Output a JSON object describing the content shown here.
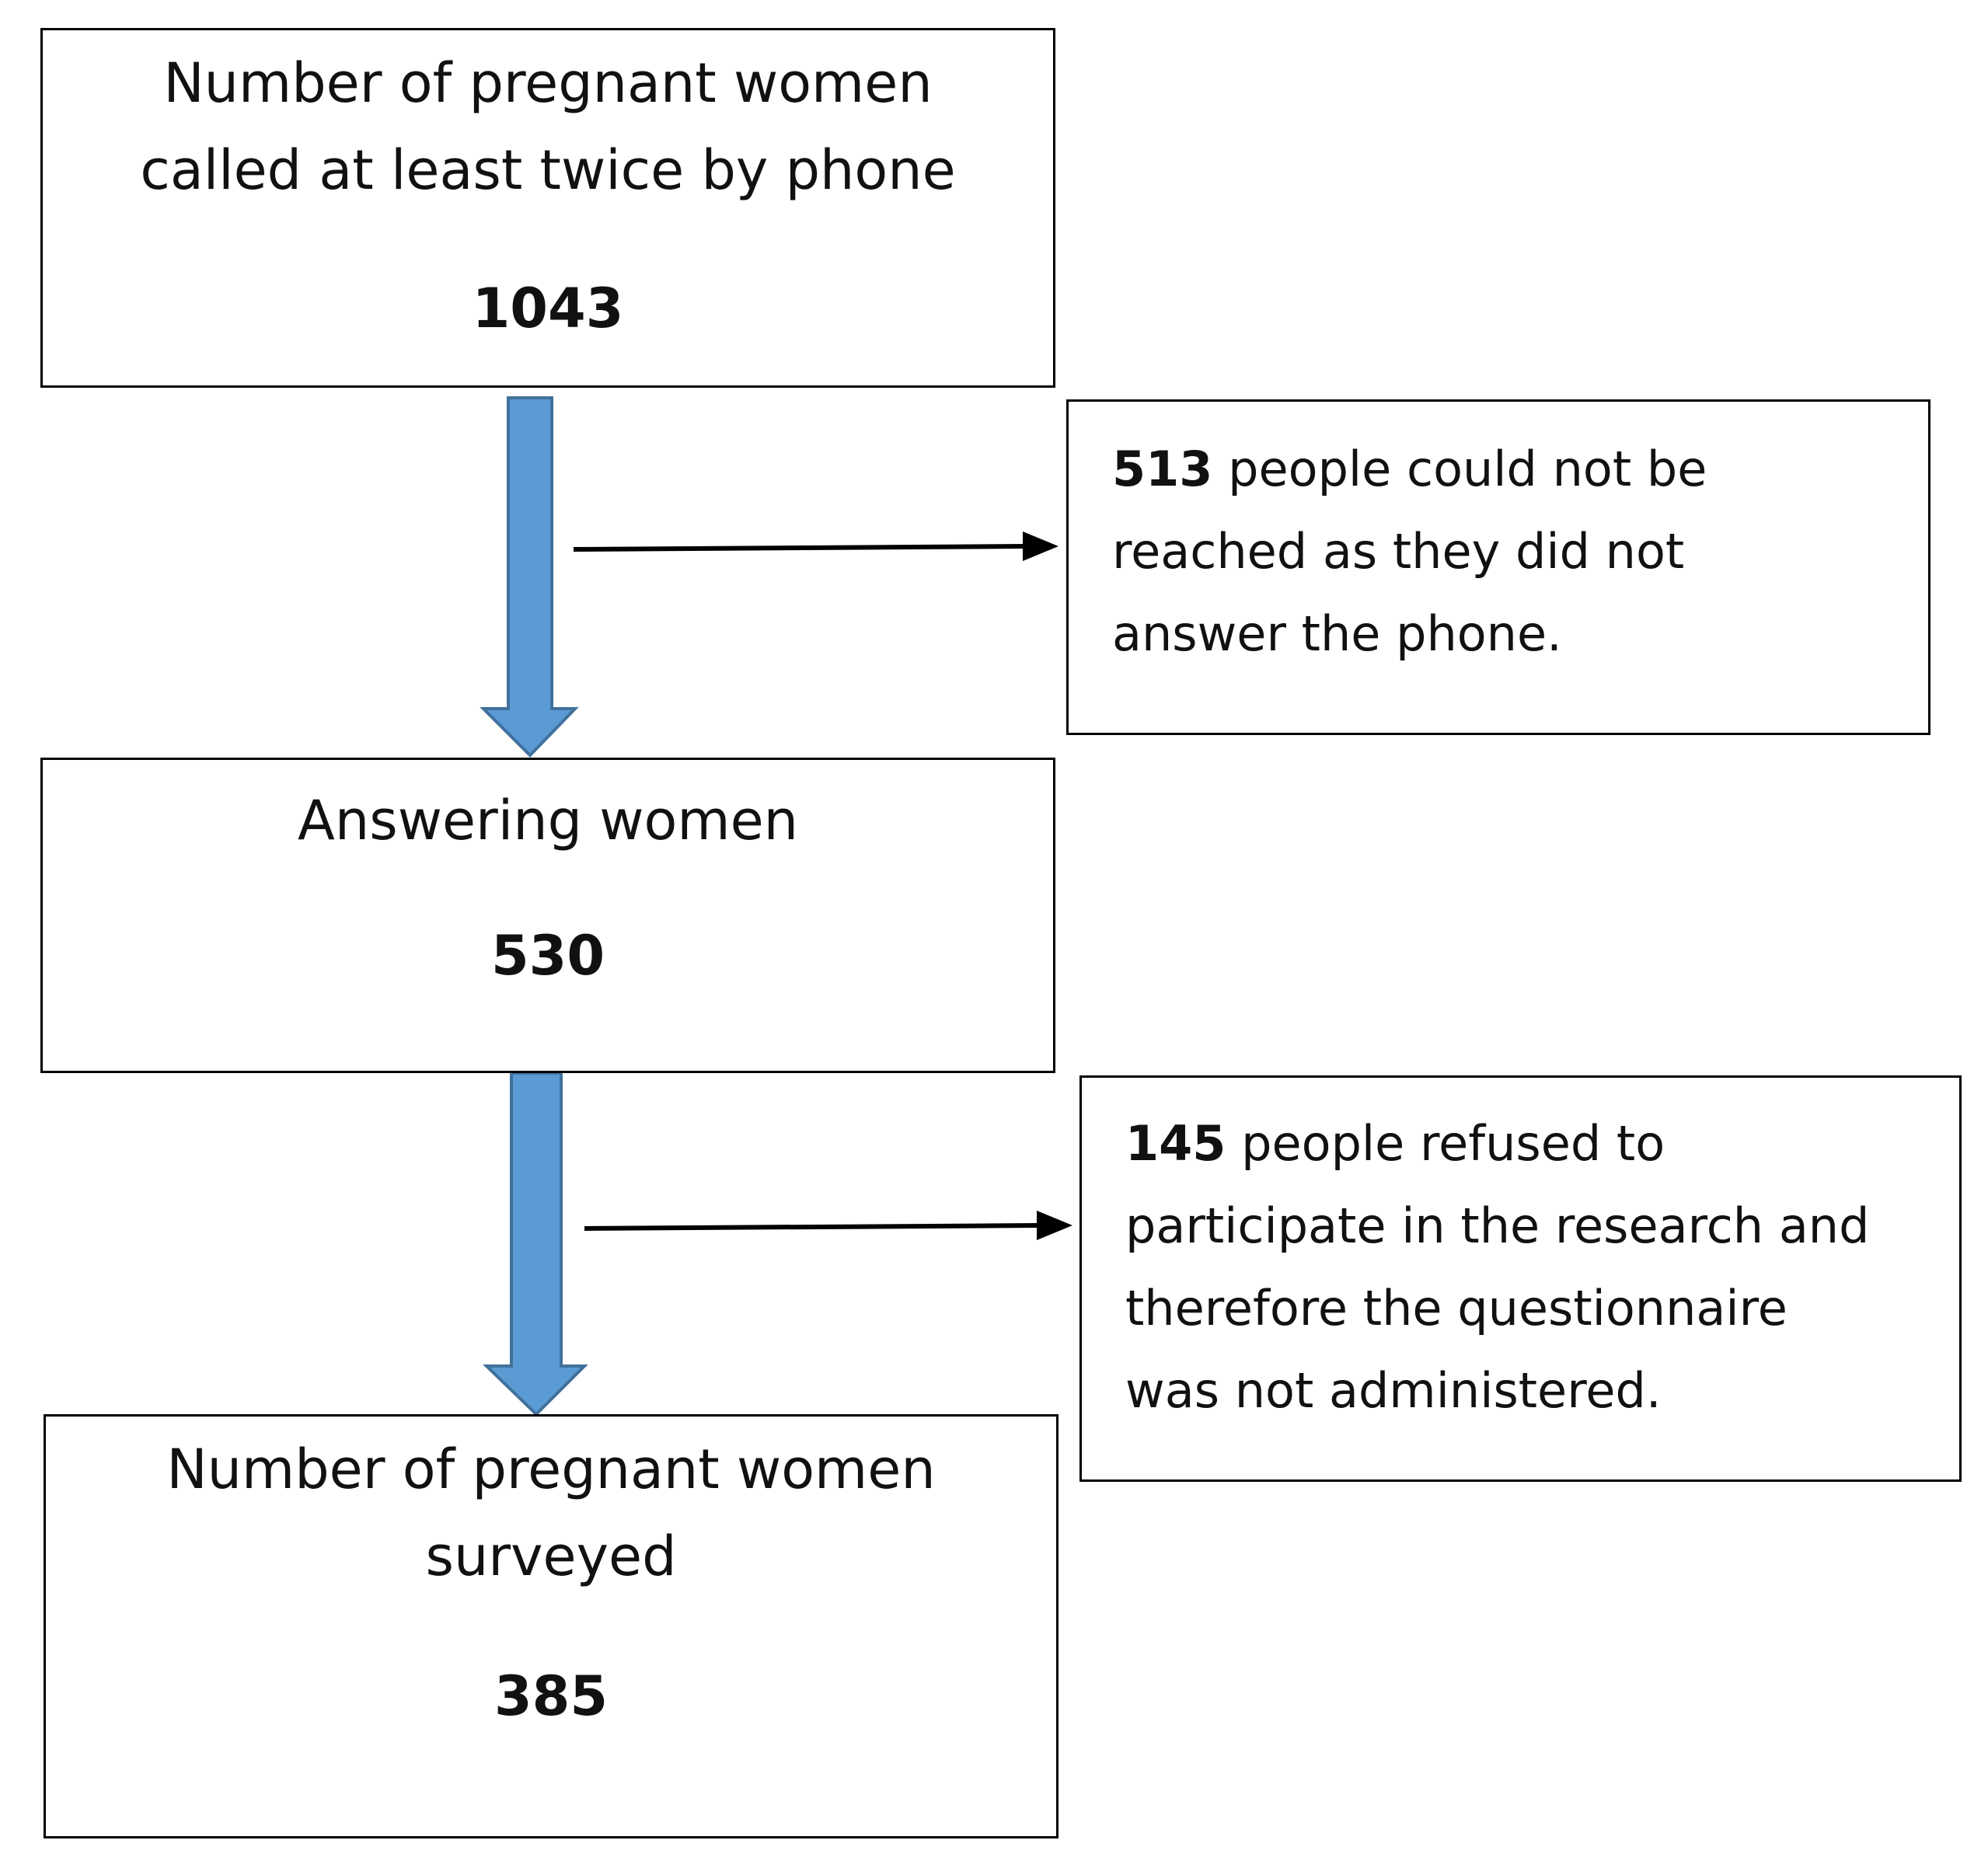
{
  "flowchart": {
    "box1": {
      "lines": [
        "Number of pregnant women",
        "called at least twice by phone"
      ],
      "count": "1043"
    },
    "box2": {
      "lines": [
        "Answering women"
      ],
      "count": "530"
    },
    "box3": {
      "lines": [
        "Number of pregnant women",
        "surveyed"
      ],
      "count": "385"
    },
    "exclusion1": {
      "count": "513",
      "lines": [
        " people could not be",
        "reached as they did not",
        "answer the phone."
      ]
    },
    "exclusion2": {
      "count": "145",
      "lines": [
        " people refused to",
        "participate in the research and",
        "therefore the questionnaire",
        "was not administered."
      ]
    }
  },
  "colors": {
    "flow_arrow_fill": "#5b9bd5",
    "flow_arrow_stroke": "#41719c",
    "side_arrow": "#000000",
    "box_border": "#000000"
  }
}
